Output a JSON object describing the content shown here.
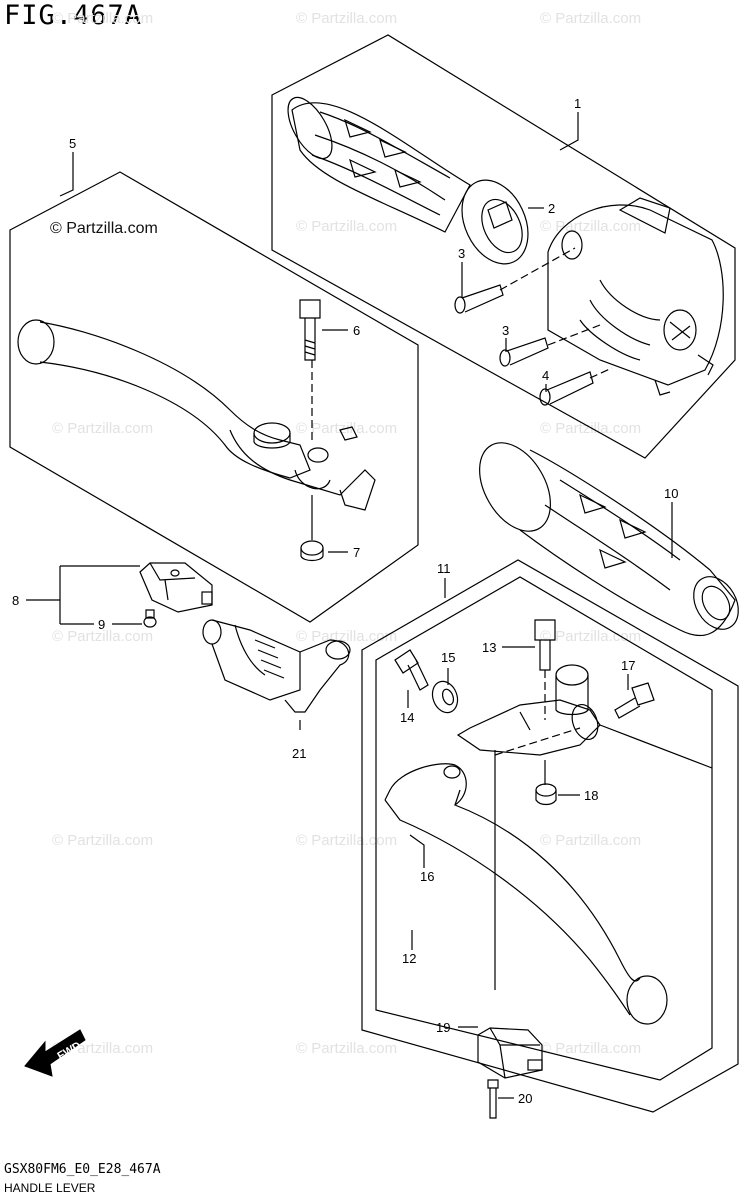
{
  "figure": {
    "title": "FIG.467A",
    "model_code": "GSX80FM6_E0_E28_467A",
    "section_name": "HANDLE LEVER"
  },
  "watermark": {
    "text": "© Partzilla.com",
    "dark_text": "© Partzilla.com"
  },
  "direction_badge": {
    "label": "FWD"
  },
  "callouts": [
    {
      "id": "c1",
      "label": "1"
    },
    {
      "id": "c2",
      "label": "2"
    },
    {
      "id": "c3a",
      "label": "3"
    },
    {
      "id": "c3b",
      "label": "3"
    },
    {
      "id": "c4",
      "label": "4"
    },
    {
      "id": "c5",
      "label": "5"
    },
    {
      "id": "c6",
      "label": "6"
    },
    {
      "id": "c7",
      "label": "7"
    },
    {
      "id": "c8",
      "label": "8"
    },
    {
      "id": "c9",
      "label": "9"
    },
    {
      "id": "c10",
      "label": "10"
    },
    {
      "id": "c11",
      "label": "11"
    },
    {
      "id": "c12",
      "label": "12"
    },
    {
      "id": "c13",
      "label": "13"
    },
    {
      "id": "c14",
      "label": "14"
    },
    {
      "id": "c15",
      "label": "15"
    },
    {
      "id": "c16",
      "label": "16"
    },
    {
      "id": "c17",
      "label": "17"
    },
    {
      "id": "c18",
      "label": "18"
    },
    {
      "id": "c19",
      "label": "19"
    },
    {
      "id": "c20",
      "label": "20"
    },
    {
      "id": "c21",
      "label": "21"
    }
  ],
  "colors": {
    "line": "#000000",
    "watermark": "#e2e2e2",
    "background": "#ffffff"
  }
}
